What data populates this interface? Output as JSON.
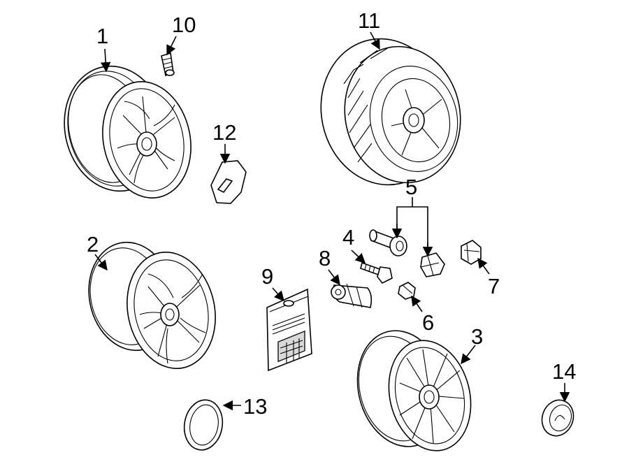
{
  "callouts": {
    "c1": "1",
    "c2": "2",
    "c3": "3",
    "c4": "4",
    "c5": "5",
    "c6": "6",
    "c7": "7",
    "c8": "8",
    "c9": "9",
    "c10": "10",
    "c11": "11",
    "c12": "12",
    "c13": "13",
    "c14": "14"
  },
  "colors": {
    "line": "#000000",
    "shade": "#d9d9d9",
    "background": "#ffffff"
  }
}
